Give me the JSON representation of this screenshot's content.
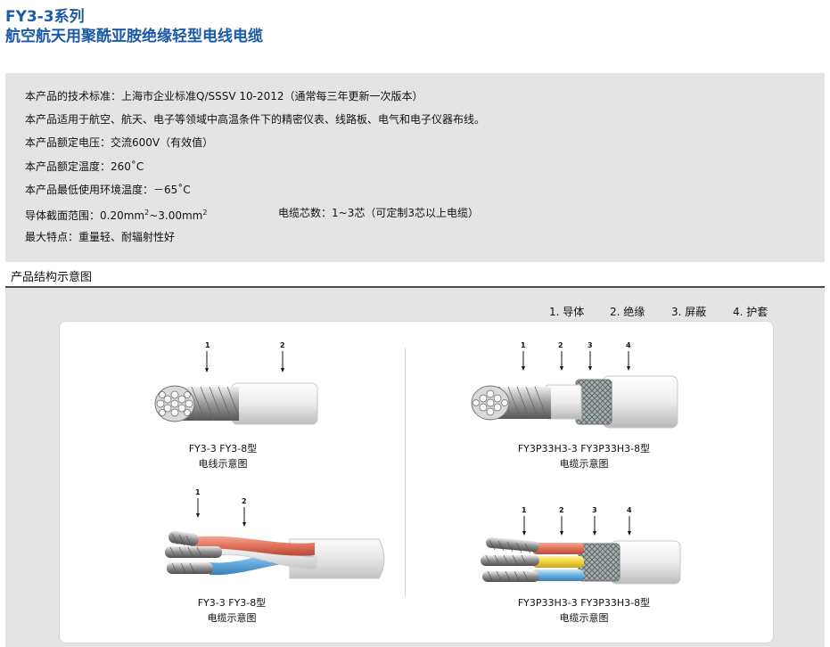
{
  "header": {
    "title_line1": "FY3-3系列",
    "title_line2": "航空航天用聚酰亚胺绝缘轻型电线电缆"
  },
  "specs": {
    "standard": "本产品的技术标准：上海市企业标准Q/SSSV 10-2012（通常每三年更新一次版本）",
    "application": "本产品适用于航空、航天、电子等领域中高温条件下的精密仪表、线路板、电气和电子仪器布线。",
    "voltage": "本产品额定电压：交流600V（有效值）",
    "temperature": "本产品额定温度：260˚C",
    "min_temperature": "本产品最低使用环境温度：－65˚C",
    "cross_section_prefix": "导体截面范围：0.20mm",
    "cross_section_sup1": "2",
    "cross_section_middle": "~3.00mm",
    "cross_section_sup2": "2",
    "cores": "电缆芯数：1~3芯（可定制3芯以上电缆）",
    "features": "最大特点：重量轻、耐辐射性好"
  },
  "section": {
    "title": "产品结构示意图"
  },
  "legend": {
    "conductor": "1. 导体",
    "insulation": "2. 绝缘",
    "shield": "3. 屏蔽",
    "jacket": "4. 护套"
  },
  "diagrams": {
    "single_wire": {
      "model": "FY3-3  FY3-8型",
      "desc": "电线示意图",
      "markers": [
        "1",
        "2"
      ]
    },
    "shielded_single": {
      "model": "FY3P33H3-3  FY3P33H3-8型",
      "desc": "电缆示意图",
      "markers": [
        "1",
        "2",
        "3",
        "4"
      ]
    },
    "twisted_cable": {
      "model": "FY3-3  FY3-8型",
      "desc": "电缆示意图",
      "markers": [
        "1",
        "2"
      ]
    },
    "shielded_multi": {
      "model": "FY3P33H3-3  FY3P33H3-8型",
      "desc": "电缆示意图",
      "markers": [
        "1",
        "2",
        "3",
        "4"
      ]
    }
  },
  "colors": {
    "title_blue": "#1a5aa6",
    "insulation_red": "#e0705a",
    "insulation_blue": "#6ab0e0",
    "insulation_yellow": "#f2d43a",
    "jacket_white": "#f2f2f2"
  }
}
